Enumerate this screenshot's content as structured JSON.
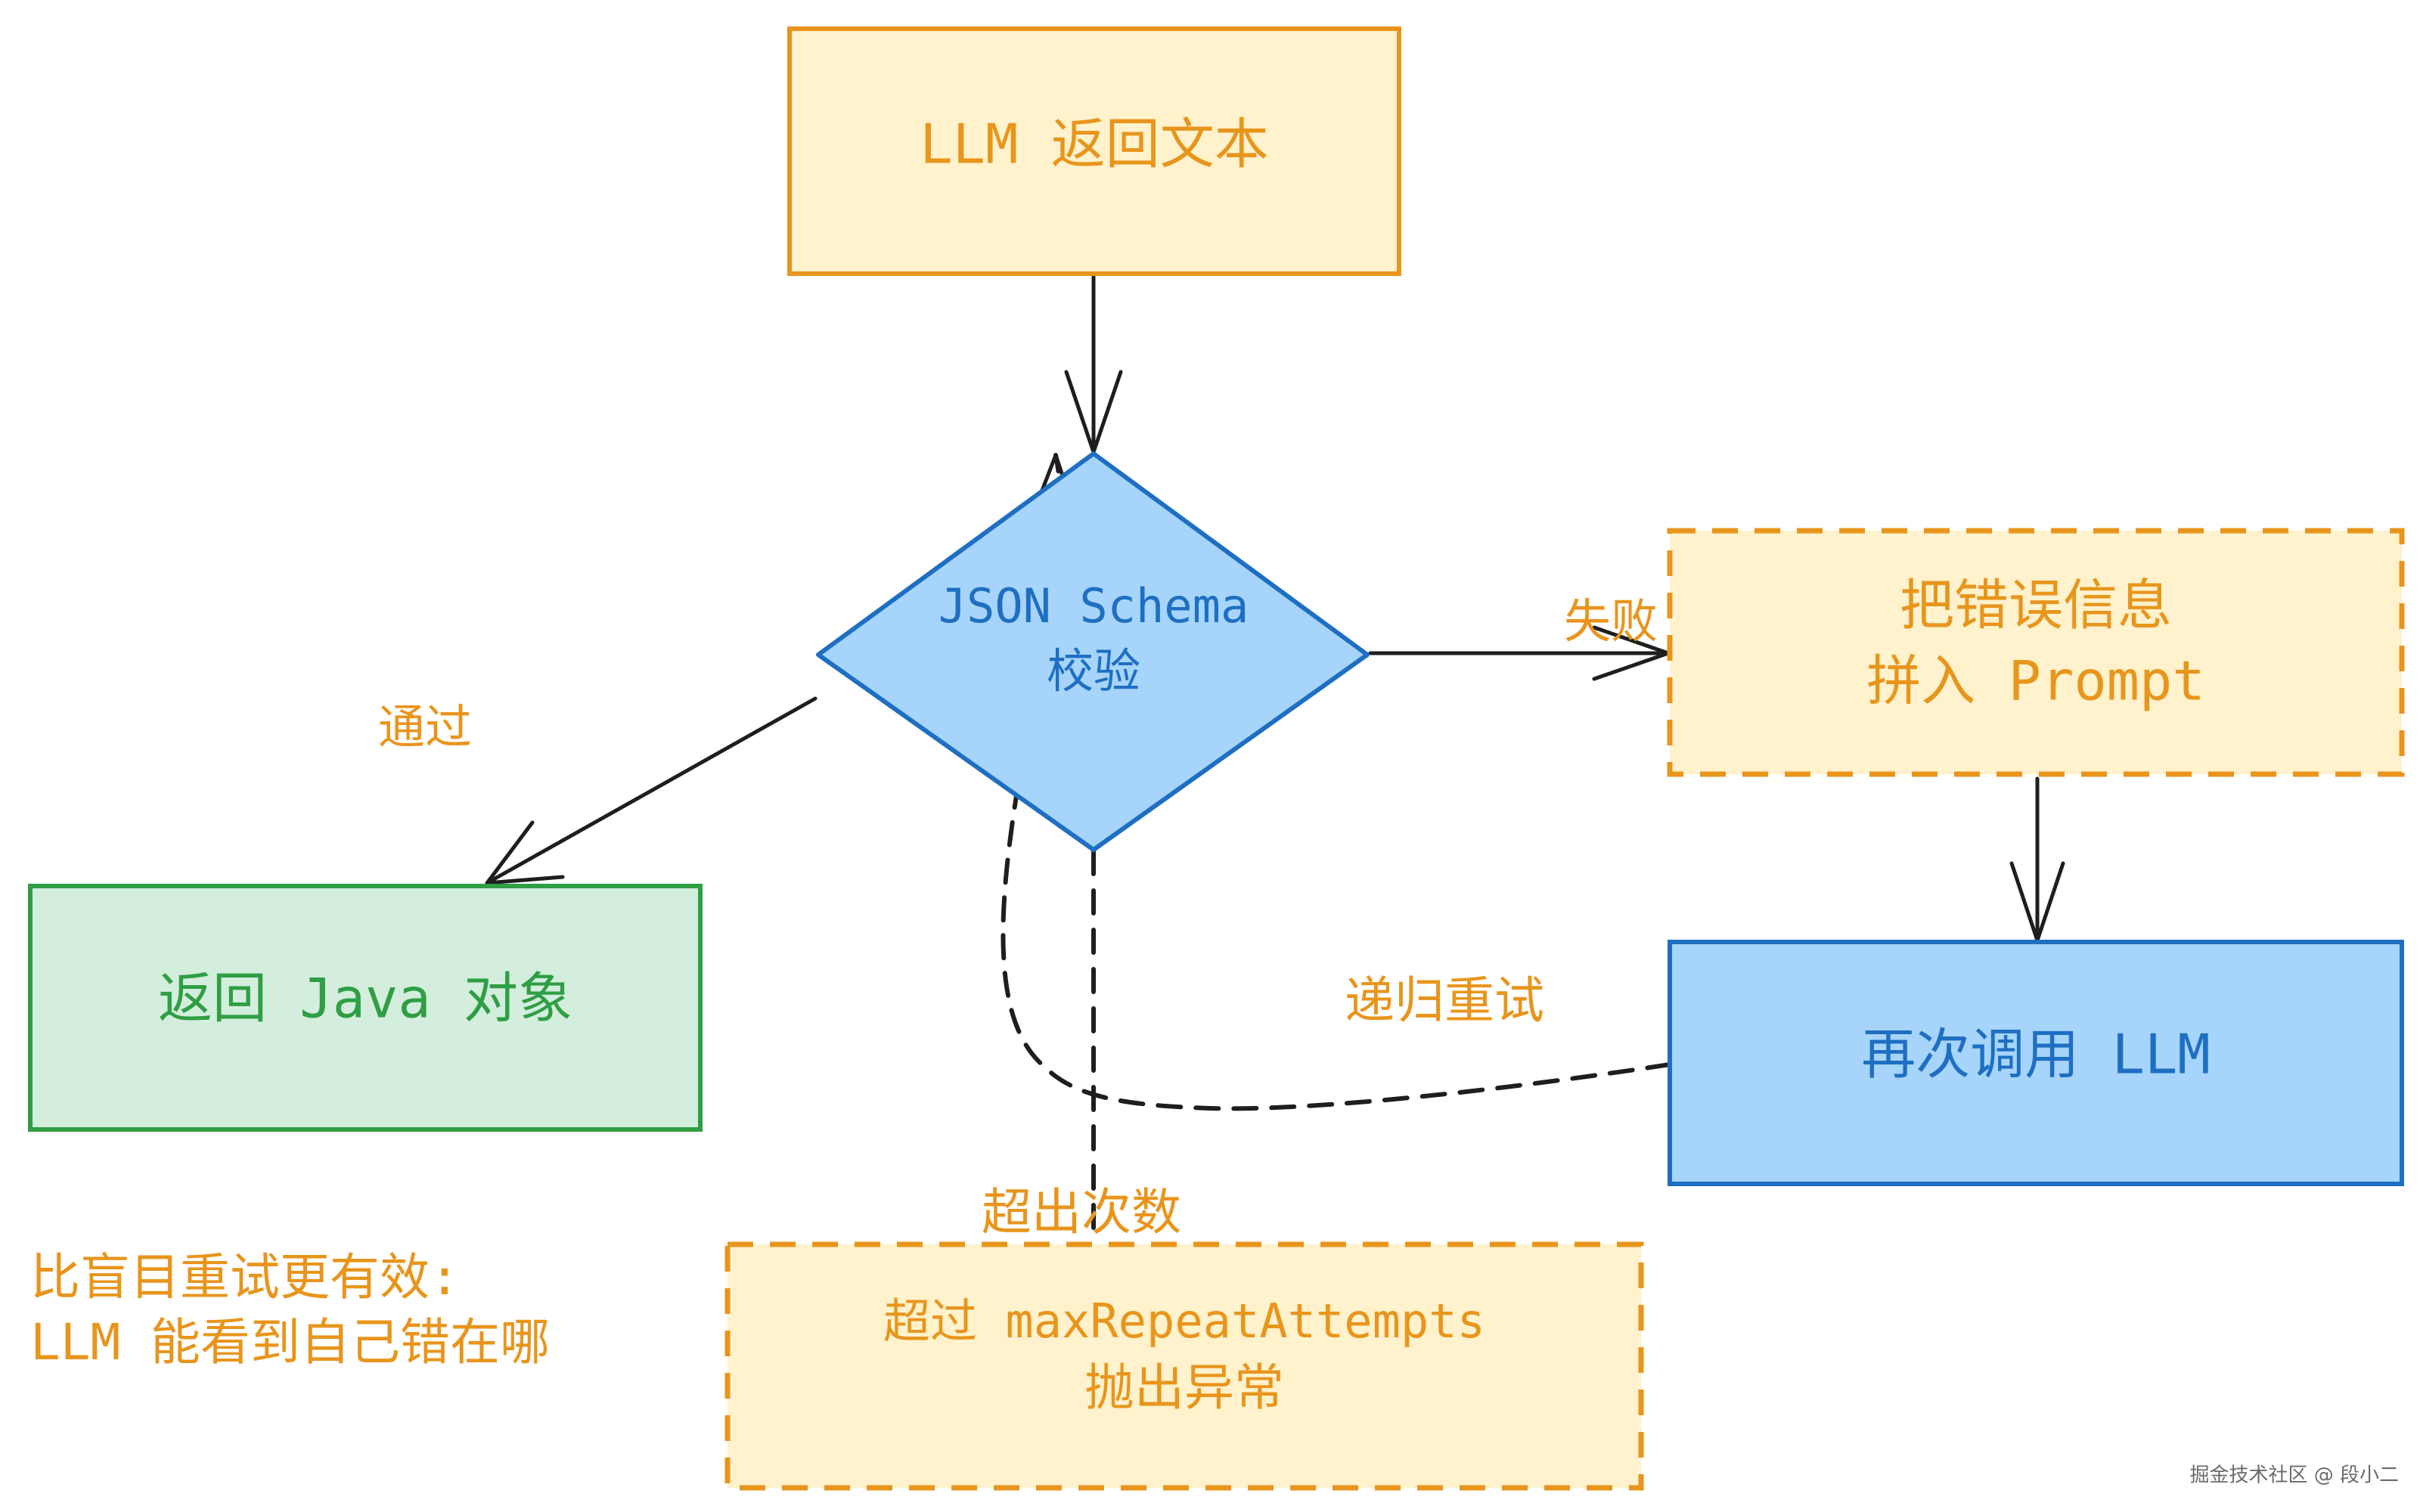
{
  "colors": {
    "orange_stroke": "#e8951c",
    "orange_fill": "#fff2cc",
    "orange_text": "#e8951c",
    "blue_stroke": "#1e6fc2",
    "blue_fill": "#a6d4fa",
    "blue_text": "#1e6fc2",
    "green_stroke": "#2f9e44",
    "green_fill": "#d3eedd",
    "green_text": "#2f9e44",
    "edge": "#1e1e1e",
    "watermark": "#6a6a6a"
  },
  "nodes": {
    "llm_return_text": {
      "label": "LLM 返回文本"
    },
    "schema_check": {
      "line1": "JSON Schema",
      "line2": "校验"
    },
    "return_java_object": {
      "label": "返回 Java 对象"
    },
    "append_error": {
      "line1": "把错误信息",
      "line2": "拼入 Prompt"
    },
    "call_llm_again": {
      "label": "再次调用 LLM"
    },
    "exceed_attempts": {
      "line1": "超过 maxRepeatAttempts",
      "line2": "抛出异常"
    }
  },
  "edges": {
    "pass": "通过",
    "fail": "失败",
    "recursive_retry": "递归重试",
    "exceed_count": "超出次数"
  },
  "note": {
    "line1": "比盲目重试更有效:",
    "line2": "LLM 能看到自己错在哪"
  },
  "watermark": "掘金技术社区 @ 段小二"
}
